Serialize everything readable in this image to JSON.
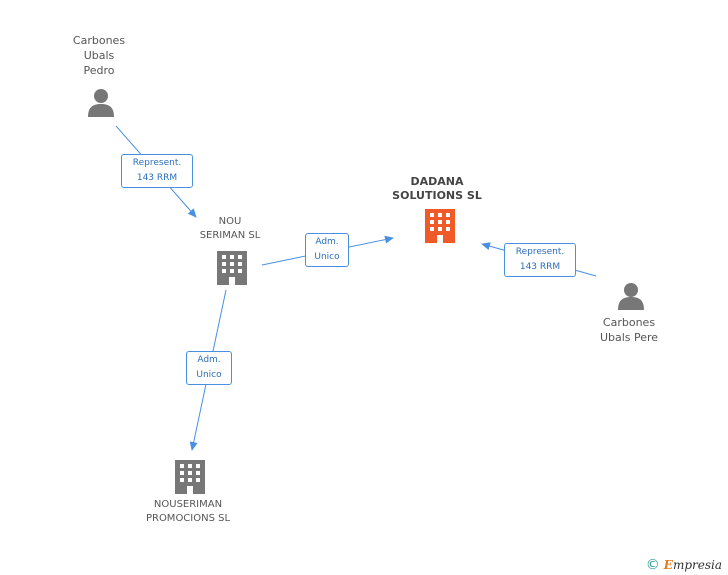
{
  "nodes": {
    "pedro": {
      "lines": [
        "Carbones",
        "Ubals",
        "Pedro"
      ],
      "type": "person"
    },
    "pere": {
      "lines": [
        "Carbones",
        "Ubals Pere"
      ],
      "type": "person"
    },
    "nou_seriman": {
      "lines": [
        "NOU",
        "SERIMAN SL"
      ],
      "type": "company"
    },
    "dadana": {
      "lines": [
        "DADANA",
        "SOLUTIONS SL"
      ],
      "type": "company-main"
    },
    "nouseriman_promocions": {
      "lines": [
        "NOUSERIMAN",
        "PROMOCIONS SL"
      ],
      "type": "company"
    }
  },
  "edges": {
    "pedro_to_nou": {
      "lines": [
        "Represent.",
        "143 RRM"
      ]
    },
    "nou_to_dadana": {
      "lines": [
        "Adm.",
        "Unico"
      ]
    },
    "pere_to_dadana": {
      "lines": [
        "Represent.",
        "143 RRM"
      ]
    },
    "nou_to_promocions": {
      "lines": [
        "Adm.",
        "Unico"
      ]
    }
  },
  "colors": {
    "edge": "#4a90e2",
    "edge_text": "#2a6ebd",
    "person_icon": "#777777",
    "company_icon": "#777777",
    "main_company_icon": "#f05a28"
  },
  "footer": {
    "copyright_symbol": "©",
    "brand_initial": "E",
    "brand_rest": "mpresia"
  }
}
